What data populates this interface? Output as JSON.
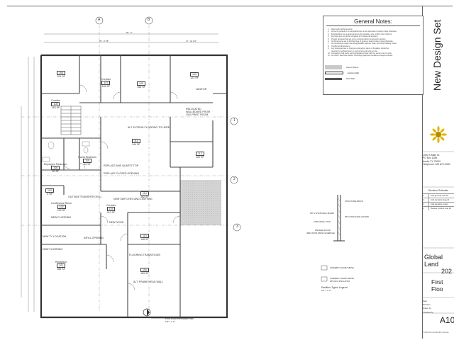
{
  "notes": {
    "title": "General Notes:",
    "items": [
      {
        "n": "1.",
        "t": "Field verify all dimensions."
      },
      {
        "n": "2.",
        "t": "All items marked to be demolished are to be disposed of unless noted otherwise."
      },
      {
        "n": "3.",
        "t": "Finishes/tiles are to approximate in the location, size, and/or color of items."
      },
      {
        "n": "4.",
        "t": "Re-Tack plan and finish schedule for finished dimensions."
      },
      {
        "n": "5.",
        "t": "Protect all areas that are not to undergo direct construction actions."
      },
      {
        "n": "6.",
        "t": "All dimensions are to finished face of gypsum board unless noted otherwise."
      },
      {
        "n": "7.",
        "t": "All construction shall meet all applicable national, state, and local building codes."
      },
      {
        "n": "8.",
        "t": "Confirm all dimensions."
      },
      {
        "n": "9.",
        "t": "Any discrepancies or change construction plans or deviation should be"
      },
      {
        "n": "",
        "t": "reported to architect prior to commencing of work on site."
      },
      {
        "n": "10.",
        "t": "Contractor shall verify and coordinate all work with the owner prior to work."
      },
      {
        "n": "11.",
        "t": "All HVAC, Electrical, and/or Plumbing equipment locations are approximate."
      }
    ]
  },
  "legend": {
    "items": [
      {
        "label": "Area of Demo",
        "color": "#c9c9c9"
      },
      {
        "label": "Existing Wall",
        "color": "#ffffff"
      },
      {
        "label": "New Wall",
        "color": "#555555"
      }
    ]
  },
  "titleblock": {
    "set_title": "New Design Set",
    "address": [
      "1000 S Main St.",
      "PO Box 1286",
      "Austin TX 73000",
      "Telephone: 405 872-0300"
    ],
    "revision_header": "Revision Schedule",
    "revisions": [
      {
        "n": "1",
        "t": "Add general note #1"
      },
      {
        "n": "2",
        "t": "Add elevation legend"
      },
      {
        "n": "3",
        "t": "Add elevation views"
      },
      {
        "n": "4",
        "t": "Review conduit note #1"
      }
    ],
    "project_lines": [
      "Global Land",
      "202"
    ],
    "sheet_name": "First Floo",
    "fields": [
      "Date",
      "Revision",
      "Drawn by",
      "Checked by"
    ],
    "sheet_number": "A10",
    "copyright": "© 2018 Sun Construction Services"
  },
  "grid": {
    "a": "A",
    "b": "B",
    "n1": "1",
    "n2": "2",
    "n3": "3"
  },
  "rooms": [
    {
      "key": "r104",
      "name": "104",
      "area": "101 SF"
    },
    {
      "key": "r107",
      "name": "Corridor",
      "num": "107",
      "area": "155 SF"
    },
    {
      "key": "r108",
      "name": "108",
      "area": "166 SF"
    },
    {
      "key": "r109",
      "name": "109",
      "area": "123 SF"
    },
    {
      "key": "r105",
      "name": "Corridor",
      "num": "105",
      "area": "163 SF"
    },
    {
      "key": "r111",
      "name": "111",
      "area": "144 SF"
    },
    {
      "key": "r112",
      "name": "112",
      "area": "100 SF"
    },
    {
      "key": "r106",
      "name": "Employee Restroom",
      "num": "106",
      "area": "50 SF"
    },
    {
      "key": "r110",
      "name": "Guest Restroom",
      "num": "110",
      "area": "50 SF"
    },
    {
      "key": "r103",
      "name": "103",
      "area": "0 SF"
    },
    {
      "key": "r102",
      "name": "Conference Room",
      "num": "102",
      "area": "222 SF"
    },
    {
      "key": "r114",
      "name": "114",
      "area": "182 SF"
    },
    {
      "key": "r115",
      "name": "Corridor",
      "num": "115",
      "area": "112 SF"
    },
    {
      "key": "r113",
      "name": "113",
      "area": "148 SF"
    },
    {
      "key": "r101",
      "name": "Reception",
      "num": "101",
      "area": "166 SF"
    },
    {
      "key": "r116",
      "name": "116",
      "area": "169 SF"
    }
  ],
  "annotations": {
    "janitor": "JANITOR",
    "relocated": "RELOCATED WALLBOARD FROM OLD PRINT ROOM",
    "extend": "ALT. EXTEND FLOORING TO HERE",
    "quartz": "REPLACE AND QUARTZ TOP",
    "closed": "REPLACE CLOSED OPENING",
    "newswitches": "NEW SWITCHES AND LIGHTING",
    "newdoor": "NEW DOOR",
    "newflooring": "NEW FLOORING",
    "transfer": "OUTSIDE TRANSFER GRILL",
    "newlocation": "NEW TV LOCATION",
    "infill": "INFILL OPENING",
    "newflooring2": "NEW FLOORING",
    "transitions": "FLOORING TRANSITIONS",
    "framehead": "ALT. FRAME HEAD WALL"
  },
  "wall_type": {
    "structure": "STRUCTURE ABOVE",
    "gyp": "5/8\" GYPSUM WALL BOARD",
    "stud": "3-5/8\" METAL STUD",
    "gyp2": "5/8\" GYPSUM WALL BOARD",
    "floor": "FINISHED FLOOR",
    "floor2": "(REF. ROOM FINISH SCHEDULE)",
    "t1": "ASSEMBLY SHOWN ABOVE",
    "t2": "ASSEMBLY SHOWN ABOVE",
    "t2b": "WITH R13 INSULATION",
    "legend_title": "Partition Types Legend",
    "legend_scale": "1/4\" = 1'-0\""
  },
  "plan_title": {
    "title": "First Floor Remodel Plan",
    "scale": "1/8\" = 1'-0\""
  },
  "dims": {
    "top": "56' - 6\"",
    "seg1": "25' - 8 7/8\"",
    "seg2": "17' - 10 3/4\""
  }
}
